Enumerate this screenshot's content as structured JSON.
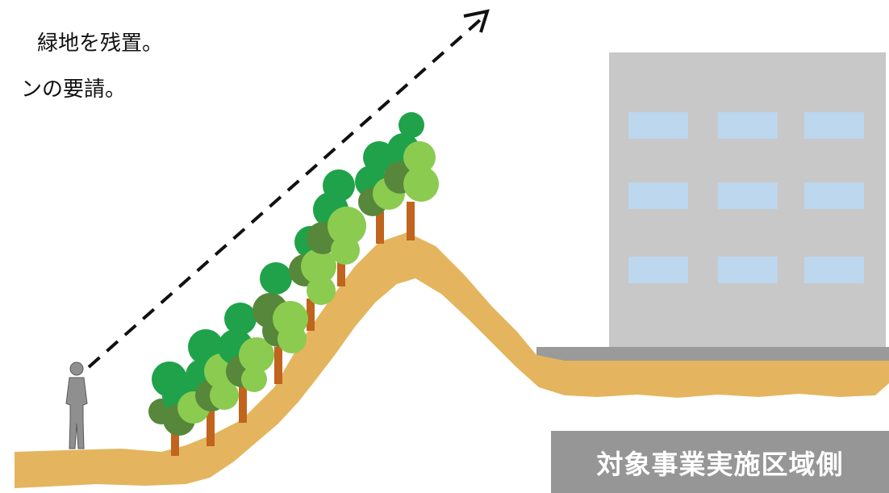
{
  "note": {
    "line1": "緑地を残置。",
    "line2": "ンの要請。"
  },
  "caption": {
    "text": "対象事業実施区域側"
  },
  "colors": {
    "ground": "#E4B55E",
    "building": "#C8C8C8",
    "building_base": "#9A9A9A",
    "window": "#BCD7EE",
    "person": "#8F8F8F",
    "sightline": "#111111",
    "tree_dark": "#57873A",
    "tree_mid": "#1FA24A",
    "tree_light": "#8BCB50",
    "trunk": "#C0641E",
    "caption_bg": "#969696"
  },
  "icons": {
    "person": "person-silhouette-icon",
    "arrow": "arrow-head-icon"
  }
}
